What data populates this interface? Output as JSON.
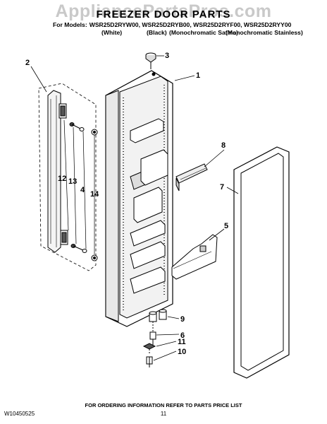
{
  "watermark": "AppliancePartsPros.com",
  "title": "FREEZER DOOR PARTS",
  "models": {
    "label": "For Models:",
    "list": "WSR25D2RYW00, WSR25D2RYB00, WSR25D2RYF00, WSR25D2RYY00"
  },
  "variants": [
    "(White)",
    "(Black)",
    "(Monochromatic Satina)",
    "(Monochromatic Stainless)"
  ],
  "callouts": {
    "c1": "1",
    "c2": "2",
    "c3": "3",
    "c4": "4",
    "c5": "5",
    "c6": "6",
    "c7": "7",
    "c8": "8",
    "c9": "9",
    "c10": "10",
    "c11": "11",
    "c12": "12",
    "c13": "13",
    "c14": "14"
  },
  "footer": {
    "note": "FOR ORDERING INFORMATION REFER TO PARTS PRICE LIST",
    "doc_number": "W10450525",
    "page_number": "11"
  }
}
